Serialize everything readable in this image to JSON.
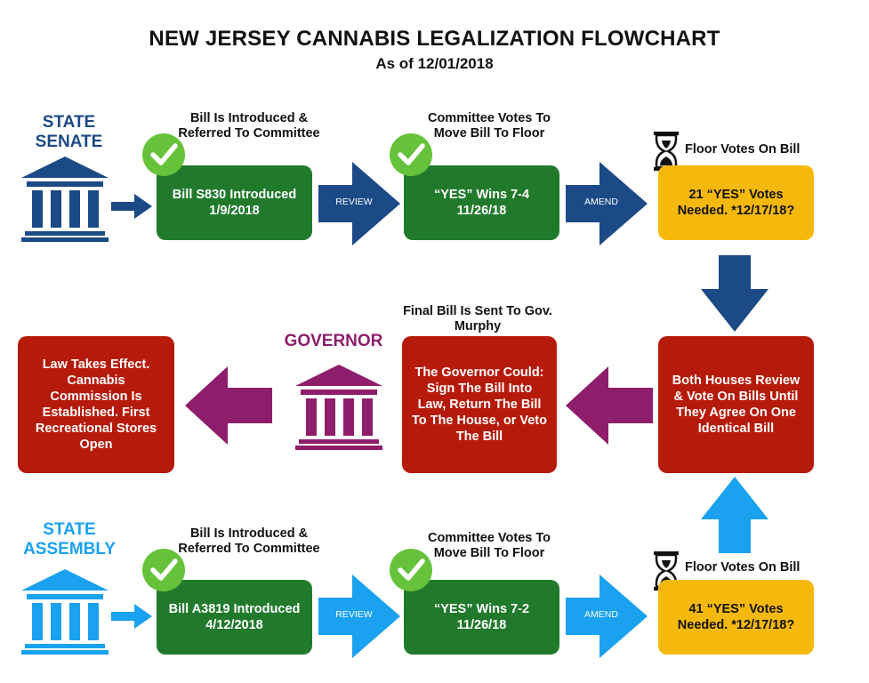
{
  "header": {
    "title": "NEW JERSEY CANNABIS LEGALIZATION FLOWCHART",
    "subtitle": "As of 12/01/2018"
  },
  "colors": {
    "senate": "#1b4a86",
    "assembly": "#1aa1f0",
    "governor": "#8e1d6b",
    "green_box": "#217a2c",
    "yellow_box": "#f5b80c",
    "red_box": "#b51a0a",
    "check_circle": "#66c23a"
  },
  "senate": {
    "label": "STATE SENATE",
    "step1_label": "Bill Is Introduced & Referred To Committee",
    "step1_box": "Bill S830 Introduced 1/9/2018",
    "arrow1": "REVIEW",
    "step2_label": "Committee Votes To Move Bill To Floor",
    "step2_box": "“YES” Wins 7-4 11/26/18",
    "arrow2": "AMEND",
    "step3_label": "Floor Votes On Bill",
    "step3_box": "21 “YES” Votes Needed. *12/17/18?"
  },
  "middle": {
    "reconcile_box": "Both Houses Review & Vote On Bills Until They Agree On One Identical Bill",
    "governor_step_label": "Final Bill Is Sent To Gov. Murphy",
    "governor_box": "The Governor Could: Sign The Bill Into Law, Return The Bill To The House, or Veto The Bill",
    "governor_label": "GOVERNOR",
    "final_box": "Law Takes Effect. Cannabis Commission Is Established. First Recreational Stores Open"
  },
  "assembly": {
    "label": "STATE ASSEMBLY",
    "step1_label": "Bill Is Introduced & Referred To Committee",
    "step1_box": "Bill A3819 Introduced 4/12/2018",
    "arrow1": "REVIEW",
    "step2_label": "Committee Votes To Move Bill To Floor",
    "step2_box": "“YES” Wins 7-2 11/26/18",
    "arrow2": "AMEND",
    "step3_label": "Floor Votes On Bill",
    "step3_box": "41 “YES” Votes Needed. *12/17/18?"
  },
  "icons": {
    "building": "capitol-building-icon",
    "check": "checkmark-icon",
    "hourglass": "hourglass-icon"
  }
}
